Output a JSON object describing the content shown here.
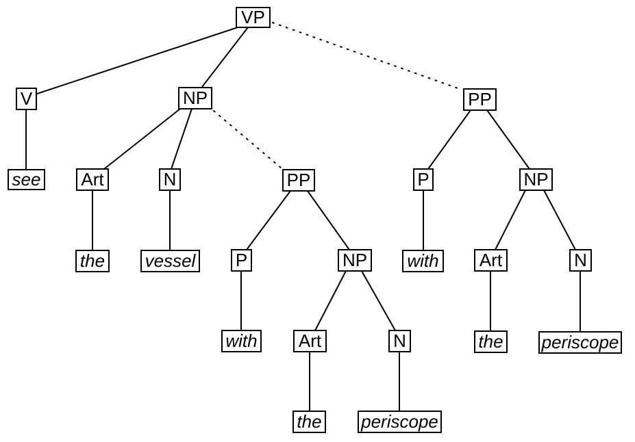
{
  "diagram": {
    "type": "syntax-parse-tree",
    "nodes": {
      "vp": "VP",
      "v": "V",
      "np1": "NP",
      "pp_right": "PP",
      "see": "see",
      "art1": "Art",
      "n1": "N",
      "pp_mid": "PP",
      "p_right": "P",
      "np_right": "NP",
      "the1": "the",
      "vessel": "vessel",
      "p_mid": "P",
      "np_mid": "NP",
      "with_right": "with",
      "art_right": "Art",
      "n_right": "N",
      "with_mid": "with",
      "art_mid": "Art",
      "n_mid": "N",
      "the_right": "the",
      "periscope_right": "periscope",
      "the_mid": "the",
      "periscope_mid": "periscope"
    },
    "edges": [
      {
        "from": "vp",
        "to": "v",
        "style": "solid"
      },
      {
        "from": "vp",
        "to": "np1",
        "style": "solid"
      },
      {
        "from": "vp",
        "to": "pp_right",
        "style": "dotted"
      },
      {
        "from": "v",
        "to": "see",
        "style": "solid"
      },
      {
        "from": "np1",
        "to": "art1",
        "style": "solid"
      },
      {
        "from": "np1",
        "to": "n1",
        "style": "solid"
      },
      {
        "from": "np1",
        "to": "pp_mid",
        "style": "dotted"
      },
      {
        "from": "art1",
        "to": "the1",
        "style": "solid"
      },
      {
        "from": "n1",
        "to": "vessel",
        "style": "solid"
      },
      {
        "from": "pp_mid",
        "to": "p_mid",
        "style": "solid"
      },
      {
        "from": "pp_mid",
        "to": "np_mid",
        "style": "solid"
      },
      {
        "from": "p_mid",
        "to": "with_mid",
        "style": "solid"
      },
      {
        "from": "np_mid",
        "to": "art_mid",
        "style": "solid"
      },
      {
        "from": "np_mid",
        "to": "n_mid",
        "style": "solid"
      },
      {
        "from": "art_mid",
        "to": "the_mid",
        "style": "solid"
      },
      {
        "from": "n_mid",
        "to": "periscope_mid",
        "style": "solid"
      },
      {
        "from": "pp_right",
        "to": "p_right",
        "style": "solid"
      },
      {
        "from": "pp_right",
        "to": "np_right",
        "style": "solid"
      },
      {
        "from": "p_right",
        "to": "with_right",
        "style": "solid"
      },
      {
        "from": "np_right",
        "to": "art_right",
        "style": "solid"
      },
      {
        "from": "np_right",
        "to": "n_right",
        "style": "solid"
      },
      {
        "from": "art_right",
        "to": "the_right",
        "style": "solid"
      },
      {
        "from": "n_right",
        "to": "periscope_right",
        "style": "solid"
      }
    ]
  }
}
